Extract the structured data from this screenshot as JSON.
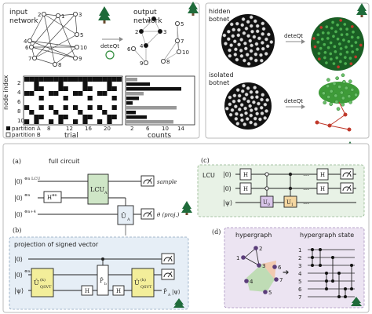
{
  "colors": {
    "tree_dark": "#1f6b3a",
    "tree_trunk": "#6b4b2f",
    "node_red": "#c0392b",
    "node_green": "#2e8b3a",
    "panel_green": "#e8f2e6",
    "panel_blue": "#e6eef6",
    "panel_purple": "#ece4f2",
    "gate_yellow": "#f3ee9a",
    "gate_purple": "#d9c6ea",
    "lcu_green": "#cfe6c7"
  },
  "top_left": {
    "input_label_1": "input",
    "input_label_2": "network",
    "output_label_1": "output",
    "output_label_2": "network",
    "deteqt_label": "deteQt",
    "input_nodes": [
      "1",
      "2",
      "3",
      "4",
      "5",
      "6",
      "7",
      "8",
      "9",
      "10"
    ],
    "output_nodes": [
      "1",
      "2",
      "3",
      "4",
      "5",
      "6",
      "7",
      "8",
      "9",
      "10"
    ],
    "y_axis_label": "node index",
    "y_ticks": [
      "2",
      "4",
      "6",
      "8",
      "10"
    ],
    "x_axis_label": "trial",
    "x_ticks": [
      "8",
      "12",
      "16",
      "20"
    ],
    "counts_label": "counts",
    "counts_ticks": [
      "2",
      "6",
      "10",
      "14"
    ],
    "legend_a": "partition A",
    "legend_b": "partition B"
  },
  "top_right": {
    "hidden_label_1": "hidden",
    "hidden_label_2": "botnet",
    "isolated_label_1": "isolated",
    "isolated_label_2": "botnet",
    "deteqt_top": "deteQt",
    "deteqt_bottom": "deteQt"
  },
  "panel_a": {
    "tag": "(a)",
    "title": "full circuit",
    "reg1": "|0⟩",
    "reg1_exp": "⊗n",
    "reg1_sub": "LCU",
    "reg2": "|0⟩",
    "reg2_exp": "⊗n",
    "reg3": "|0⟩",
    "reg3_exp": "⊗n+4",
    "hadamard": "H",
    "hadamard_exp": "⊗n",
    "lcu_gate": "LCU",
    "lcu_sub": "A",
    "uhat": "Û",
    "uhat_sub": "A",
    "sample": "sample",
    "theta": "θ (proj.)"
  },
  "panel_b": {
    "tag": "(b)",
    "title": "projection of signed vector",
    "reg1": "|0⟩",
    "reg2": "|0⟩",
    "reg2_exp": "⊗n+3",
    "reg3": "|ψ⟩",
    "gate_left": "Û",
    "gate_left_sup": "(k)",
    "gate_left_sub": "QSVT",
    "gate_right": "Û",
    "gate_right_sup": "(k)",
    "gate_right_sub": "QSVT",
    "hadamard_left": "H",
    "hadamard_right": "H",
    "pb": "P̂",
    "pb_sub": "b",
    "output": "P̂",
    "output_sub": "A",
    "output_ket": "|ψ⟩"
  },
  "panel_c": {
    "tag": "(c)",
    "title": "LCU",
    "reg1": "|0⟩",
    "reg2": "|0⟩",
    "reg3": "|ψ⟩",
    "h1": "H",
    "h2": "H",
    "h3": "H",
    "h4": "H",
    "u0": "U",
    "u0_sub": "0",
    "u1": "U",
    "u1_sub": "1",
    "dots": "⋯"
  },
  "panel_d": {
    "tag": "(d)",
    "title_left": "hypergraph",
    "title_right": "hypergraph state",
    "hyper_nodes": [
      "1",
      "2",
      "3",
      "4",
      "5",
      "6",
      "7"
    ],
    "state_rows": [
      "1",
      "2",
      "3",
      "4",
      "5",
      "6",
      "7"
    ]
  }
}
